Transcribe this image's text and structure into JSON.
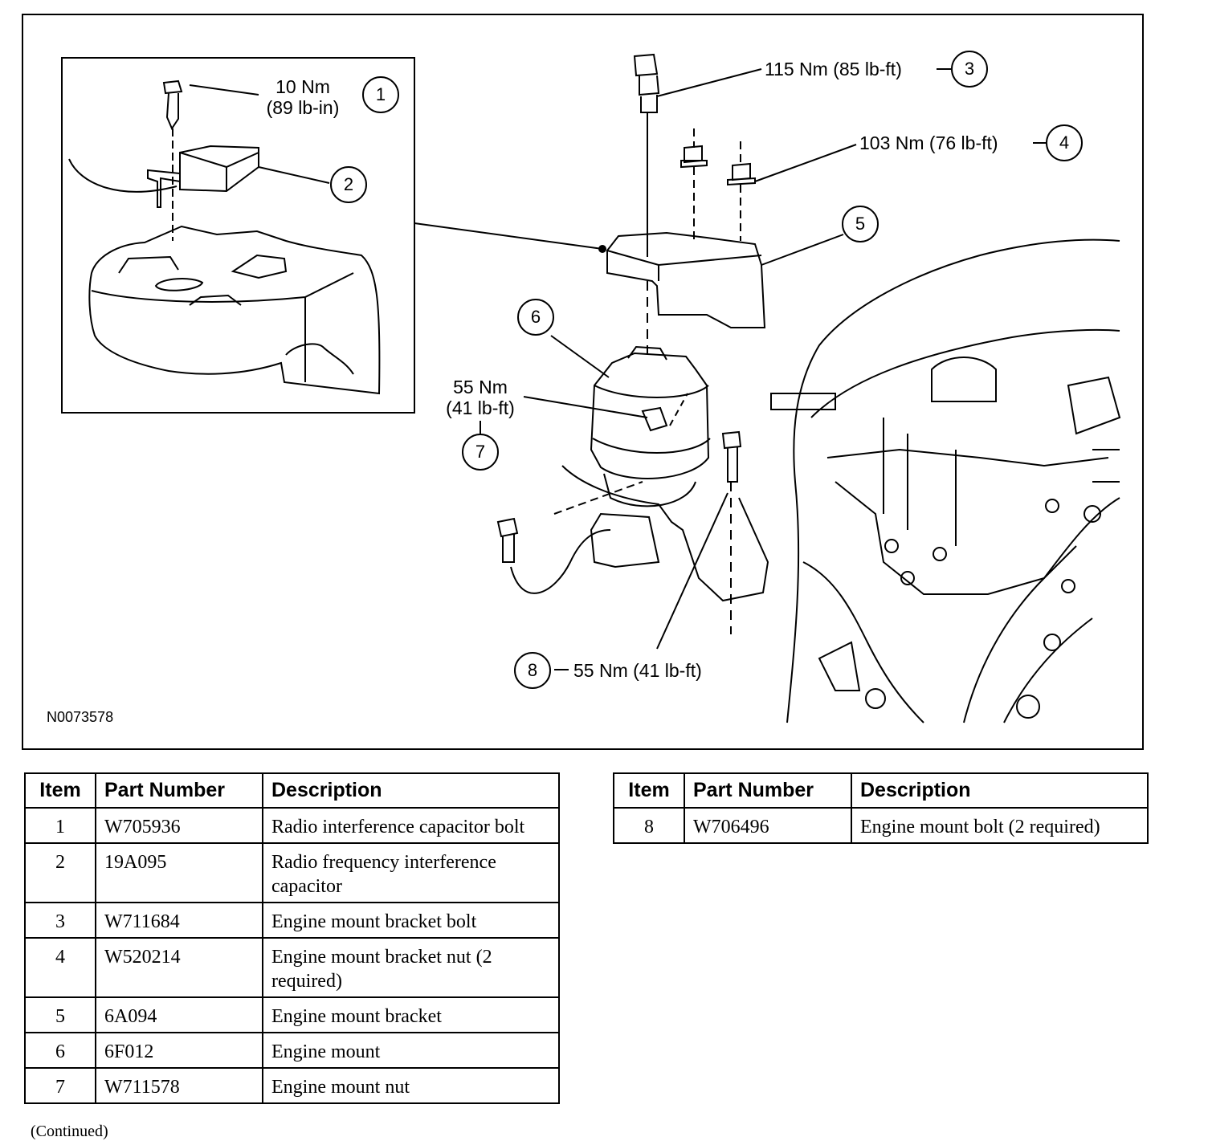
{
  "figure": {
    "id": "N0073578",
    "torques": {
      "t1": [
        "10 Nm",
        "(89 lb-in)"
      ],
      "t3": "115 Nm (85 lb-ft)",
      "t4": "103 Nm (76 lb-ft)",
      "t7": [
        "55 Nm",
        "(41 lb-ft)"
      ],
      "t8": "55 Nm (41 lb-ft)"
    },
    "callouts": [
      "1",
      "2",
      "3",
      "4",
      "5",
      "6",
      "7",
      "8"
    ]
  },
  "table": {
    "headers": [
      "Item",
      "Part Number",
      "Description"
    ],
    "rows_left": [
      {
        "item": "1",
        "part": "W705936",
        "desc": "Radio interference capacitor bolt"
      },
      {
        "item": "2",
        "part": "19A095",
        "desc": "Radio frequency interference capacitor"
      },
      {
        "item": "3",
        "part": "W711684",
        "desc": "Engine mount bracket bolt"
      },
      {
        "item": "4",
        "part": "W520214",
        "desc": "Engine mount bracket nut (2 required)"
      },
      {
        "item": "5",
        "part": "6A094",
        "desc": "Engine mount bracket"
      },
      {
        "item": "6",
        "part": "6F012",
        "desc": "Engine mount"
      },
      {
        "item": "7",
        "part": "W711578",
        "desc": "Engine mount nut"
      }
    ],
    "rows_right": [
      {
        "item": "8",
        "part": "W706496",
        "desc": "Engine mount bolt (2 required)"
      }
    ]
  },
  "continued": "(Continued)"
}
